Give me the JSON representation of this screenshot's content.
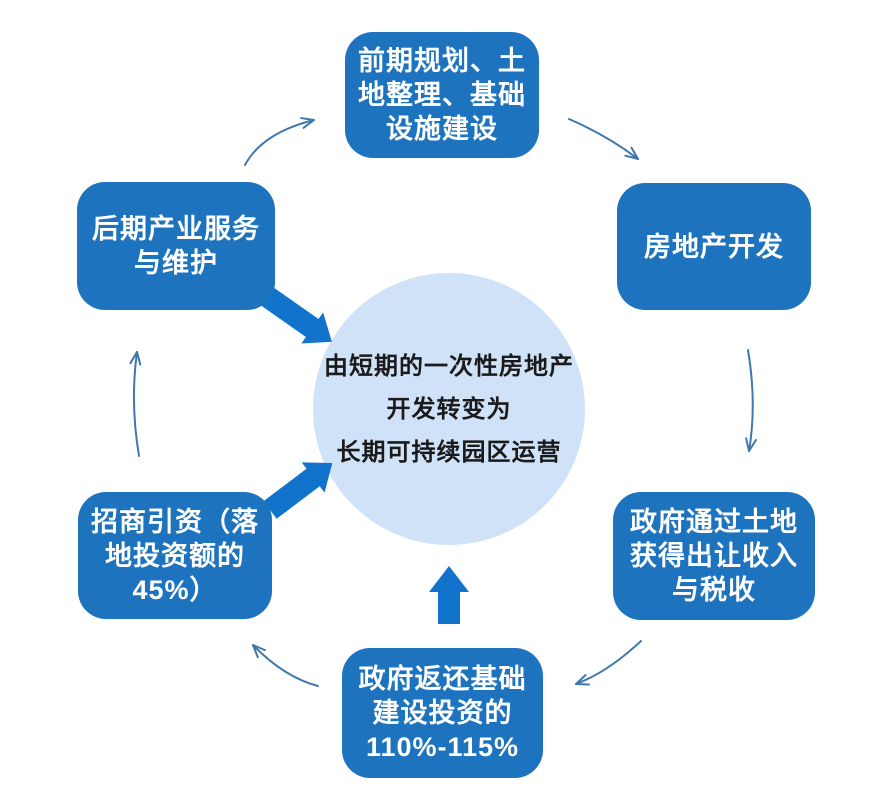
{
  "colors": {
    "node_fill": "#1e73be",
    "node_text": "#ffffff",
    "circle_fill": "#cfe2f7",
    "center_text": "#1a1a1a",
    "thin_arrow": "#3f78ae",
    "block_arrow": "#1273cc"
  },
  "center": {
    "label": "由短期的一次性房地产\n开发转变为\n长期可持续园区运营"
  },
  "nodes": {
    "top": {
      "label": "前期规划、土\n地整理、基础\n设施建设"
    },
    "right": {
      "label": "房地产开发"
    },
    "bottom_right": {
      "label": "政府通过土地\n获得出让收入\n与税收"
    },
    "bottom": {
      "label": "政府返还基础\n建设投资的\n110%-115%"
    },
    "bottom_left": {
      "label": "招商引资（落\n地投资额的\n45%）"
    },
    "top_left": {
      "label": "后期产业服务\n与维护"
    }
  },
  "arrows": {
    "cycle": [
      {
        "name": "topleft-to-top",
        "style": "thin-curved"
      },
      {
        "name": "top-to-right",
        "style": "thin-curved"
      },
      {
        "name": "right-to-bottomright",
        "style": "thin-curved"
      },
      {
        "name": "bottomright-to-bottom",
        "style": "thin-curved"
      },
      {
        "name": "bottom-to-bottomleft",
        "style": "thin-curved"
      },
      {
        "name": "bottomleft-to-topleft",
        "style": "thin-curved"
      }
    ],
    "to_center": [
      {
        "name": "topleft-to-center",
        "style": "block"
      },
      {
        "name": "bottomleft-to-center",
        "style": "block"
      },
      {
        "name": "bottom-to-center",
        "style": "block"
      }
    ]
  }
}
